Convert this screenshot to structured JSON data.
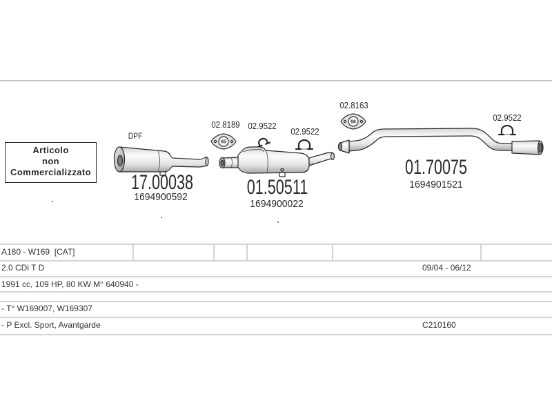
{
  "colors": {
    "ink": "#2a2a2a",
    "rule": "#c6c6c6"
  },
  "note": {
    "line1": "Articolo",
    "line2": "non",
    "line3": "Commercializzato"
  },
  "parts": [
    {
      "tag": "DPF",
      "code": "17.00038",
      "oem": "1694900592",
      "icon": "dpf-filter-icon"
    },
    {
      "code": "01.50511",
      "oem": "1694900022",
      "icon": "middle-silencer-icon"
    },
    {
      "code": "01.70075",
      "oem": "1694901521",
      "icon": "tail-pipe-icon"
    }
  ],
  "accessories": [
    {
      "code": "02.8189",
      "icon": "gasket-icon",
      "mark": "65"
    },
    {
      "code": "02.9522",
      "icon": "clamp-icon"
    },
    {
      "code": "02.9522",
      "icon": "clamp-icon"
    },
    {
      "code": "02.8163",
      "icon": "gasket-icon",
      "mark": "66"
    },
    {
      "code": "02.9522",
      "icon": "clamp-icon"
    }
  ],
  "vehicle": {
    "model": "A180 - W169  [CAT]",
    "engine": "2.0 CDi T D",
    "period": "09/04 - 06/12",
    "specs": "1991 cc, 109 HP, 80 KW M° 640940 -",
    "chassis": "- T° W169007, W169307",
    "notes": "- P Excl. Sport, Avantgarde",
    "catalog_code": "C210160"
  }
}
